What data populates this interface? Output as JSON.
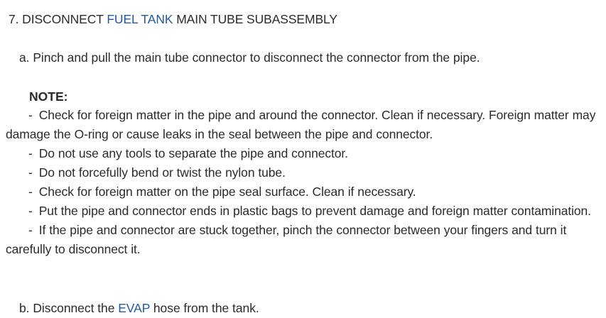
{
  "heading": {
    "number": "7.",
    "before": "DISCONNECT",
    "link": "FUEL TANK",
    "after": "MAIN TUBE SUBASSEMBLY"
  },
  "step_a": {
    "marker": "a.",
    "text": "Pinch and pull the main tube connector to disconnect the connector from the pipe."
  },
  "note": {
    "label": "NOTE:",
    "bullet": "-",
    "items": [
      "Check for foreign matter in the pipe and around the connector. Clean if necessary. Foreign matter may damage the O-ring or cause leaks in the seal between the pipe and connector.",
      "Do not use any tools to separate the pipe and connector.",
      "Do not forcefully bend or twist the nylon tube.",
      "Check for foreign matter on the pipe seal surface. Clean if necessary.",
      "Put the pipe and connector ends in plastic bags to prevent damage and foreign matter contamination.",
      "If the pipe and connector are stuck together, pinch the connector between your fingers and turn it carefully to disconnect it."
    ]
  },
  "step_b": {
    "marker": "b.",
    "before": "Disconnect the",
    "link": "EVAP",
    "after": "hose from the tank."
  },
  "colors": {
    "text": "#2b2b2b",
    "link": "#1f5aa6",
    "background": "#ffffff"
  }
}
